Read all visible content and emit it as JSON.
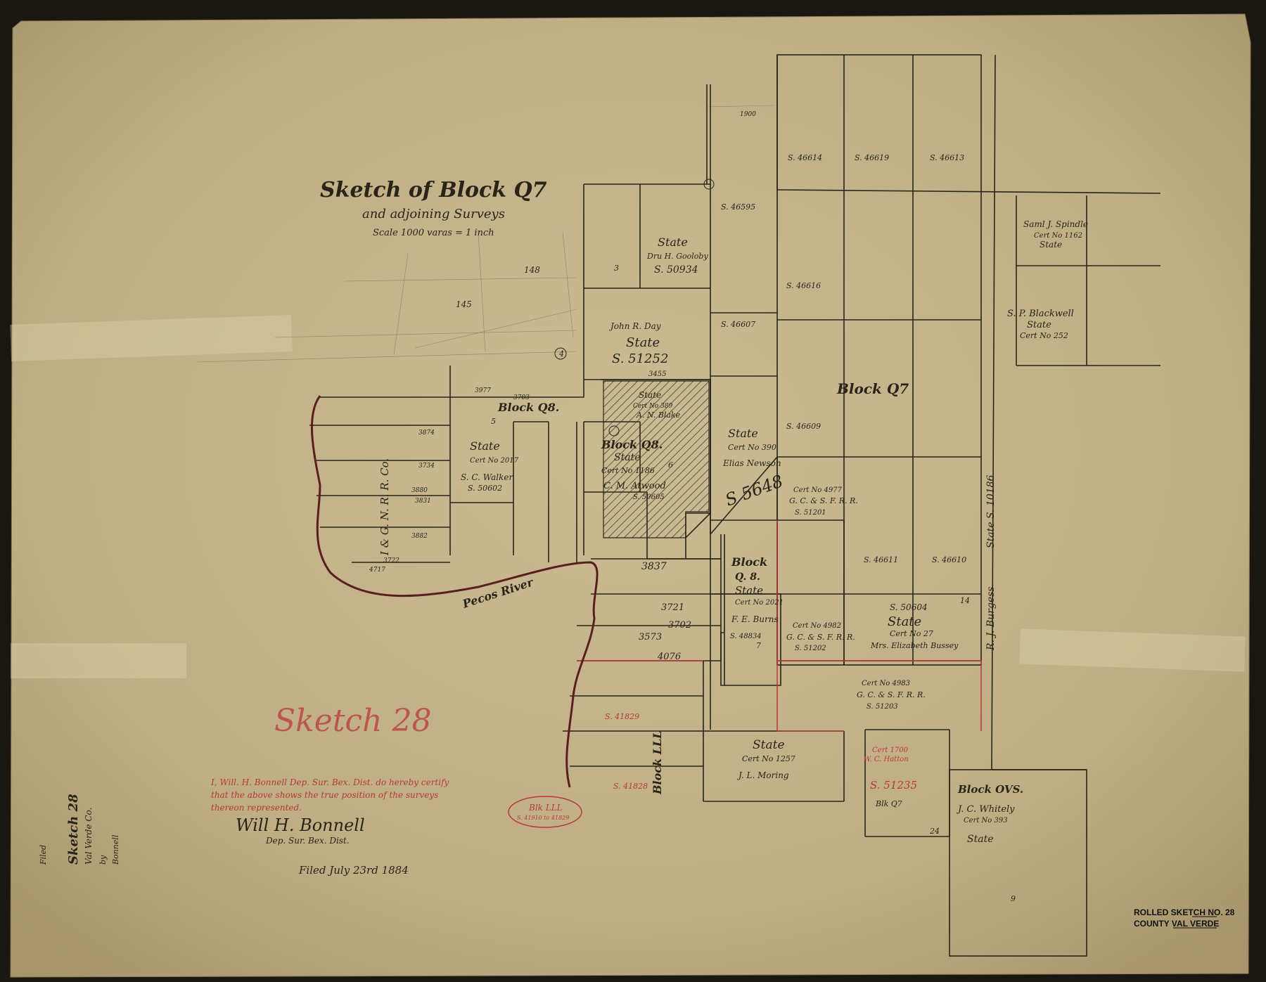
{
  "map": {
    "title": "Sketch of Block Q7",
    "subtitle": "and adjoining Surveys",
    "scale": "Scale 1000 varas = 1 inch",
    "red_sketch": "Sketch 28",
    "certification": [
      "I, Will. H. Bonnell Dep. Sur. Bex. Dist. do hereby certify",
      "that the above shows the true position of the surveys",
      "thereon represented."
    ],
    "signature": "Will H. Bonnell",
    "signature_title": "Dep. Sur. Bex. Dist.",
    "filed": "Filed July 23rd 1884",
    "red_oval": [
      "Blk LLL",
      "S. 41910 to 41829"
    ],
    "stamp_line1": "ROLLED SKETCH NO. 28",
    "stamp_line2": "COUNTY VAL VERDE",
    "side_note": [
      "Sketch 28",
      "Val Verde Co.",
      "Filed",
      "by",
      "Bonnell"
    ],
    "river": "Pecos River",
    "railroad": "I & G. N. R. R. Co."
  },
  "blocks": {
    "q7": "Block Q7",
    "q8_a": "Block Q8.",
    "q8_b": "Block Q8.",
    "q8_c": "Block",
    "q8_c2": "Q. 8.",
    "lll": "Block LLL",
    "ovs": "Block OVS."
  },
  "parcels": {
    "gooloby": [
      "State",
      "Dru H. Gooloby",
      "S. 50934"
    ],
    "day": [
      "John R. Day",
      "State",
      "S. 51252"
    ],
    "spindle": [
      "Saml J. Spindle",
      "Cert No 1162",
      "State"
    ],
    "blackwell": [
      "S. P. Blackwell",
      "State",
      "Cert No 252"
    ],
    "newson": [
      "State",
      "Cert No 390",
      "Elias Newson"
    ],
    "walker": [
      "State",
      "Cert No 2017",
      "S. C. Walker",
      "S. 50602"
    ],
    "atwood": [
      "State",
      "Cert No 1186",
      "C. M. Atwood",
      "S. 50605"
    ],
    "blake": [
      "State",
      "Cert No 389",
      "A. N. Blake"
    ],
    "gcsf1": [
      "Cert No 4977",
      "G. C. & S. F. R. R.",
      "S. 51201"
    ],
    "gcsf2": [
      "Cert No 4982",
      "G. C. & S. F. R. R.",
      "S. 51202"
    ],
    "gcsf3": [
      "Cert No 4983",
      "G. C. & S. F. R. R.",
      "S. 51203"
    ],
    "bussey": [
      "S. 50604",
      "State",
      "Cert No 27",
      "Mrs. Elizabeth Bussey"
    ],
    "burns": [
      "State",
      "Cert No 2021",
      "F. E. Burns",
      "S. 48834"
    ],
    "moring": [
      "State",
      "Cert No 1257",
      "J. L. Moring"
    ],
    "hatton": [
      "Cert 1700",
      "W. C. Hatton",
      "S. 51235",
      "Blk Q7"
    ],
    "whitely": [
      "J. C. Whitely",
      "Cert No 393",
      "State"
    ],
    "burgess": "R. J. Burgess",
    "state_long": "State  S. 10186",
    "big_s": "S 5648"
  },
  "survey_numbers": {
    "s46614": "S. 46614",
    "s46619": "S. 46619",
    "s46613": "S. 46613",
    "s46595": "S. 46595",
    "s46616": "S. 46616",
    "s46607": "S. 46607",
    "s46609": "S. 46609",
    "s46611": "S. 46611",
    "s46610": "S. 46610",
    "s41829": "S. 41829",
    "s41828": "S. 41828"
  },
  "annotations": {
    "n148": "148",
    "n145": "145",
    "n3": "3",
    "n4": "4",
    "n5": "5",
    "n6": "6",
    "n7": "7",
    "n14": "14",
    "n24": "24",
    "n9": "9",
    "v3837": "3837",
    "v3721": "3721",
    "v3702": "3702",
    "v3573": "3573",
    "v4076": "4076",
    "v1900": "1900",
    "v3455": "3455",
    "v3703": "3703",
    "v3977": "3977",
    "v3874": "3874",
    "v3734": "3734",
    "v3880": "3880",
    "v3831": "3831",
    "v3882": "3882",
    "v3722": "3722",
    "v4717": "4717"
  },
  "colors": {
    "paper": "#c9b88f",
    "ink": "#2a2418",
    "red": "#b8383a",
    "hatch": "#3a3024"
  }
}
